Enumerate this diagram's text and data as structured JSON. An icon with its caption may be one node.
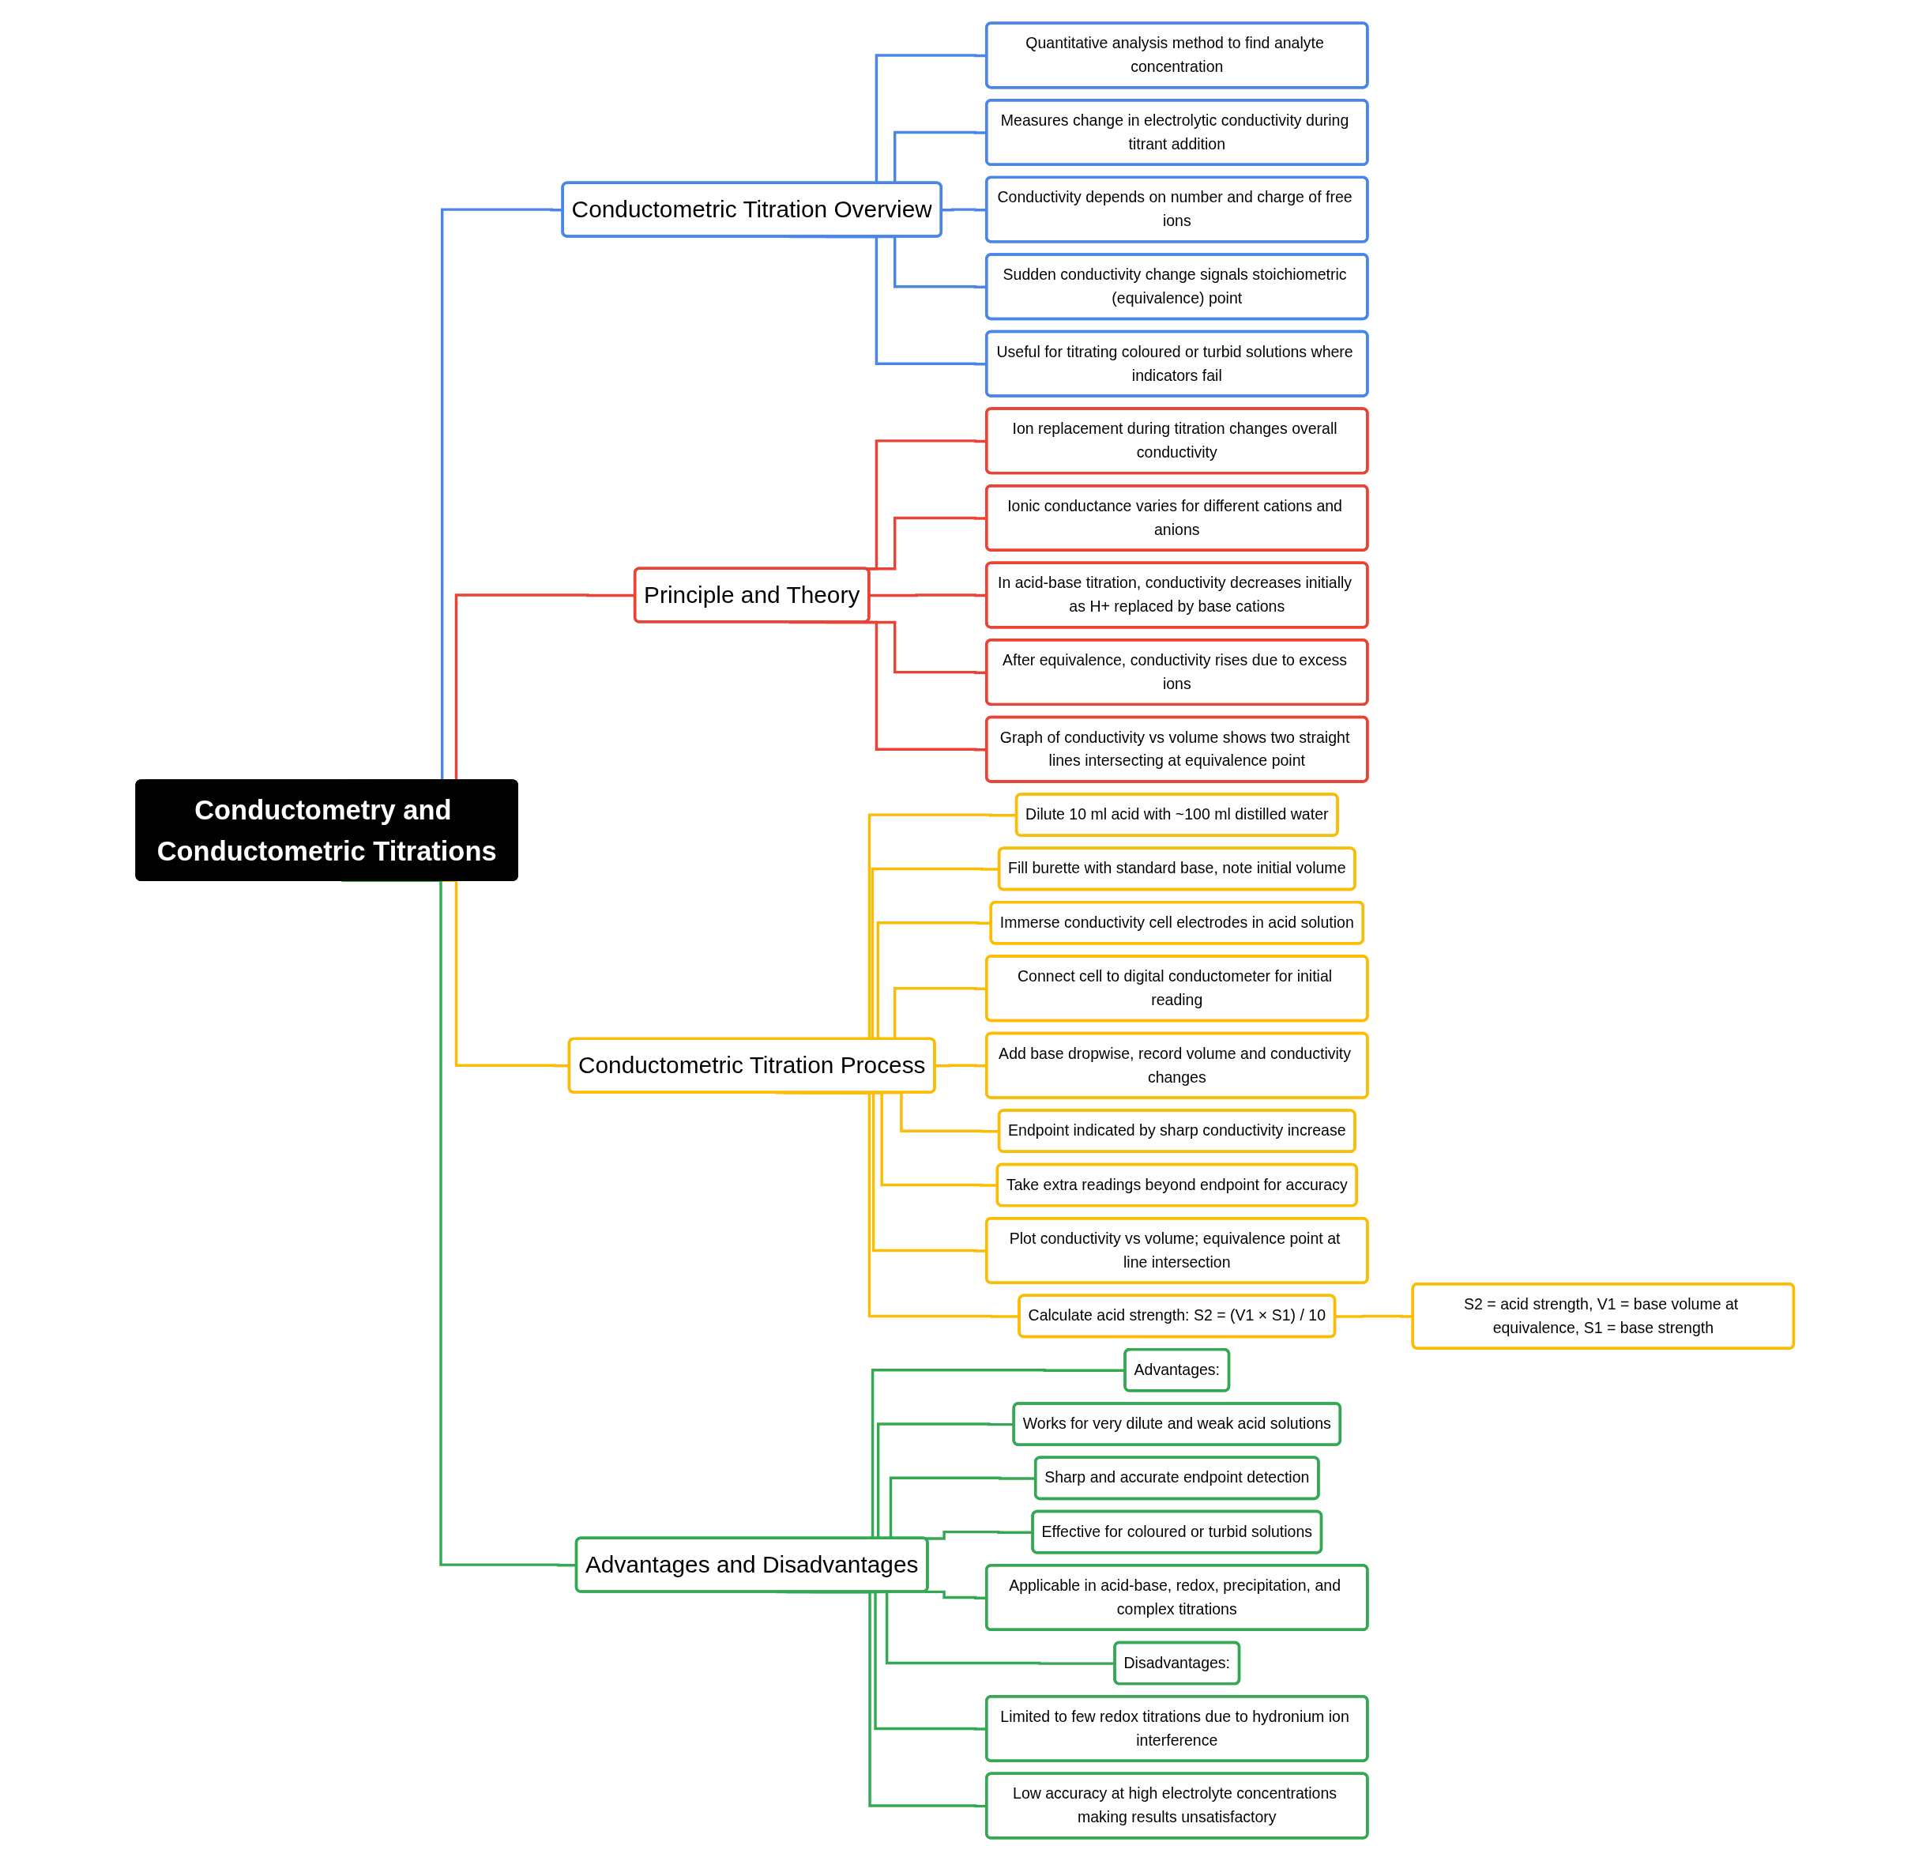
{
  "diagram": {
    "nodes": [
      {
        "text": [
          "Conductometry and Conductometric Titrations"
        ]
      },
      {
        "text": [
          "Conductometric Titration Overview"
        ]
      },
      {
        "text": [
          "Quantitative analysis method to find analyte concentration"
        ]
      },
      {
        "text": [
          "Measures change in electrolytic conductivity during titrant addition"
        ]
      },
      {
        "text": [
          "Conductivity depends on number and charge of free ions"
        ]
      },
      {
        "text": [
          "Sudden conductivity change signals stoichiometric (equivalence) point"
        ]
      },
      {
        "text": [
          "Useful for titrating coloured or turbid solutions where indicators fail"
        ]
      },
      {
        "text": [
          "Principle and Theory"
        ]
      },
      {
        "text": [
          "Ion replacement during titration changes overall conductivity"
        ]
      },
      {
        "text": [
          "Ionic conductance varies for different cations and anions"
        ]
      },
      {
        "text": [
          "In acid-base titration, conductivity decreases initially as H+ replaced by base cations"
        ]
      },
      {
        "text": [
          "After equivalence, conductivity rises due to excess ions"
        ]
      },
      {
        "text": [
          "Graph of conductivity vs volume shows two straight lines intersecting at equivalence point"
        ]
      },
      {
        "text": [
          "Conductometric Titration Process"
        ]
      },
      {
        "text": [
          "Dilute 10 ml acid with ~100 ml distilled water"
        ]
      },
      {
        "text": [
          "Fill burette with standard base, note initial volume"
        ]
      },
      {
        "text": [
          "Immerse conductivity cell electrodes in acid solution"
        ]
      },
      {
        "text": [
          "Connect cell to digital conductometer for initial reading"
        ]
      },
      {
        "text": [
          "Add base dropwise, record volume and conductivity changes"
        ]
      },
      {
        "text": [
          "Endpoint indicated by sharp conductivity increase"
        ]
      },
      {
        "text": [
          "Take extra readings beyond endpoint for accuracy"
        ]
      },
      {
        "text": [
          "Plot conductivity vs volume; equivalence point at line intersection"
        ]
      },
      {
        "text": [
          "Calculate acid strength: S2 = (V1 × S1) / 10"
        ]
      },
      {
        "text": [
          "S2 = acid strength, V1 = base volume at equivalence, S1 = base strength"
        ]
      },
      {
        "text": [
          "Advantages and Disadvantages"
        ]
      },
      {
        "text": [
          "Advantages:"
        ]
      },
      {
        "text": [
          "Works for very dilute and weak acid solutions"
        ]
      },
      {
        "text": [
          "Sharp and accurate endpoint detection"
        ]
      },
      {
        "text": [
          "Effective for coloured or turbid solutions"
        ]
      },
      {
        "text": [
          "Applicable in acid-base, redox, precipitation, and complex titrations"
        ]
      },
      {
        "text": [
          "Disadvantages:"
        ]
      },
      {
        "text": [
          "Limited to few redox titrations due to hydronium ion interference"
        ]
      },
      {
        "text": [
          "Low accuracy at high electrolyte concentrations making results unsatisfactory"
        ]
      }
    ],
    "edges": [
      {
        "from": 0,
        "to": 1,
        "arrow": "none",
        "color": "#4a86e8"
      },
      {
        "from": 1,
        "to": 2,
        "arrow": "none",
        "color": "#4a86e8"
      },
      {
        "from": 1,
        "to": 3,
        "arrow": "none",
        "color": "#4a86e8"
      },
      {
        "from": 1,
        "to": 4,
        "arrow": "none",
        "color": "#4a86e8"
      },
      {
        "from": 1,
        "to": 5,
        "arrow": "none",
        "color": "#4a86e8"
      },
      {
        "from": 1,
        "to": 6,
        "arrow": "none",
        "color": "#4a86e8"
      },
      {
        "from": 0,
        "to": 7,
        "arrow": "none",
        "color": "#ea4335"
      },
      {
        "from": 7,
        "to": 8,
        "arrow": "none",
        "color": "#ea4335"
      },
      {
        "from": 7,
        "to": 9,
        "arrow": "none",
        "color": "#ea4335"
      },
      {
        "from": 7,
        "to": 10,
        "arrow": "none",
        "color": "#ea4335"
      },
      {
        "from": 7,
        "to": 11,
        "arrow": "none",
        "color": "#ea4335"
      },
      {
        "from": 7,
        "to": 12,
        "arrow": "none",
        "color": "#ea4335"
      },
      {
        "from": 0,
        "to": 13,
        "arrow": "none",
        "color": "#fbbc04"
      },
      {
        "from": 13,
        "to": 14,
        "arrow": "none",
        "color": "#fbbc04"
      },
      {
        "from": 13,
        "to": 15,
        "arrow": "none",
        "color": "#fbbc04"
      },
      {
        "from": 13,
        "to": 16,
        "arrow": "none",
        "color": "#fbbc04"
      },
      {
        "from": 13,
        "to": 17,
        "arrow": "none",
        "color": "#fbbc04"
      },
      {
        "from": 13,
        "to": 18,
        "arrow": "none",
        "color": "#fbbc04"
      },
      {
        "from": 13,
        "to": 19,
        "arrow": "none",
        "color": "#fbbc04"
      },
      {
        "from": 13,
        "to": 20,
        "arrow": "none",
        "color": "#fbbc04"
      },
      {
        "from": 13,
        "to": 21,
        "arrow": "none",
        "color": "#fbbc04"
      },
      {
        "from": 13,
        "to": 22,
        "arrow": "none",
        "color": "#fbbc04"
      },
      {
        "from": 22,
        "to": 23,
        "arrow": "none",
        "color": "#fbbc04"
      },
      {
        "from": 0,
        "to": 24,
        "arrow": "none",
        "color": "#34a853"
      },
      {
        "from": 24,
        "to": 25,
        "arrow": "none",
        "color": "#34a853"
      },
      {
        "from": 24,
        "to": 26,
        "arrow": "none",
        "color": "#34a853"
      },
      {
        "from": 24,
        "to": 27,
        "arrow": "none",
        "color": "#34a853"
      },
      {
        "from": 24,
        "to": 28,
        "arrow": "none",
        "color": "#34a853"
      },
      {
        "from": 24,
        "to": 29,
        "arrow": "none",
        "color": "#34a853"
      },
      {
        "from": 24,
        "to": 30,
        "arrow": "none",
        "color": "#34a853"
      },
      {
        "from": 24,
        "to": 31,
        "arrow": "none",
        "color": "#34a853"
      },
      {
        "from": 24,
        "to": 32,
        "arrow": "none",
        "color": "#34a853"
      }
    ]
  }
}
